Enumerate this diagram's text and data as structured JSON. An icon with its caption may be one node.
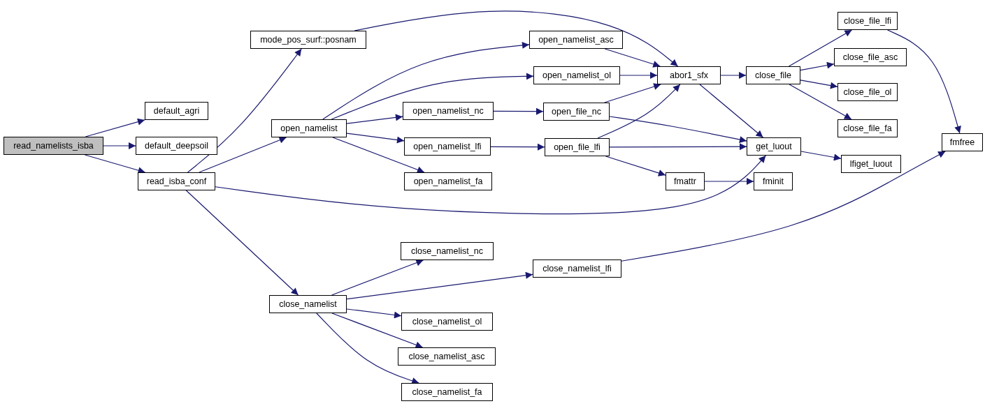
{
  "diagram": {
    "nodes": [
      {
        "text": [
          "read_namelists_isba"
        ]
      },
      {
        "text": [
          "default_agri"
        ]
      },
      {
        "text": [
          "default_deepsoil"
        ]
      },
      {
        "text": [
          "read_isba_conf"
        ]
      },
      {
        "text": [
          "mode_pos_surf::posnam"
        ]
      },
      {
        "text": [
          "open_namelist"
        ]
      },
      {
        "text": [
          "close_namelist"
        ]
      },
      {
        "text": [
          "open_namelist_asc"
        ]
      },
      {
        "text": [
          "open_namelist_ol"
        ]
      },
      {
        "text": [
          "open_namelist_nc"
        ]
      },
      {
        "text": [
          "open_namelist_lfi"
        ]
      },
      {
        "text": [
          "open_namelist_fa"
        ]
      },
      {
        "text": [
          "open_file_nc"
        ]
      },
      {
        "text": [
          "open_file_lfi"
        ]
      },
      {
        "text": [
          "abor1_sfx"
        ]
      },
      {
        "text": [
          "fmattr"
        ]
      },
      {
        "text": [
          "close_file"
        ]
      },
      {
        "text": [
          "get_luout"
        ]
      },
      {
        "text": [
          "fminit"
        ]
      },
      {
        "text": [
          "close_file_lfi"
        ]
      },
      {
        "text": [
          "close_file_asc"
        ]
      },
      {
        "text": [
          "close_file_ol"
        ]
      },
      {
        "text": [
          "close_file_fa"
        ]
      },
      {
        "text": [
          "lfiget_luout"
        ]
      },
      {
        "text": [
          "fmfree"
        ]
      },
      {
        "text": [
          "close_namelist_nc"
        ]
      },
      {
        "text": [
          "close_namelist_lfi"
        ]
      },
      {
        "text": [
          "close_namelist_ol"
        ]
      },
      {
        "text": [
          "close_namelist_asc"
        ]
      },
      {
        "text": [
          "close_namelist_fa"
        ]
      }
    ],
    "edges": [
      {
        "from": 0,
        "to": 1,
        "arrow": "to"
      },
      {
        "from": 0,
        "to": 2,
        "arrow": "to"
      },
      {
        "from": 0,
        "to": 3,
        "arrow": "to"
      },
      {
        "from": 3,
        "to": 4,
        "arrow": "to"
      },
      {
        "from": 3,
        "to": 5,
        "arrow": "to"
      },
      {
        "from": 3,
        "to": 17,
        "arrow": "to"
      },
      {
        "from": 3,
        "to": 6,
        "arrow": "to"
      },
      {
        "from": 4,
        "to": 14,
        "arrow": "to"
      },
      {
        "from": 5,
        "to": 7,
        "arrow": "to"
      },
      {
        "from": 5,
        "to": 8,
        "arrow": "to"
      },
      {
        "from": 5,
        "to": 9,
        "arrow": "to"
      },
      {
        "from": 5,
        "to": 10,
        "arrow": "to"
      },
      {
        "from": 5,
        "to": 11,
        "arrow": "to"
      },
      {
        "from": 9,
        "to": 12,
        "arrow": "to"
      },
      {
        "from": 10,
        "to": 13,
        "arrow": "to"
      },
      {
        "from": 7,
        "to": 14,
        "arrow": "to"
      },
      {
        "from": 8,
        "to": 14,
        "arrow": "to"
      },
      {
        "from": 12,
        "to": 14,
        "arrow": "to"
      },
      {
        "from": 13,
        "to": 14,
        "arrow": "to"
      },
      {
        "from": 12,
        "to": 17,
        "arrow": "to"
      },
      {
        "from": 13,
        "to": 17,
        "arrow": "to"
      },
      {
        "from": 13,
        "to": 15,
        "arrow": "to"
      },
      {
        "from": 14,
        "to": 16,
        "arrow": "to"
      },
      {
        "from": 14,
        "to": 17,
        "arrow": "to"
      },
      {
        "from": 16,
        "to": 19,
        "arrow": "to"
      },
      {
        "from": 16,
        "to": 20,
        "arrow": "to"
      },
      {
        "from": 16,
        "to": 21,
        "arrow": "to"
      },
      {
        "from": 16,
        "to": 22,
        "arrow": "to"
      },
      {
        "from": 17,
        "to": 23,
        "arrow": "to"
      },
      {
        "from": 15,
        "to": 18,
        "arrow": "to"
      },
      {
        "from": 19,
        "to": 24,
        "arrow": "to"
      },
      {
        "from": 6,
        "to": 25,
        "arrow": "to"
      },
      {
        "from": 6,
        "to": 26,
        "arrow": "to"
      },
      {
        "from": 6,
        "to": 27,
        "arrow": "to"
      },
      {
        "from": 6,
        "to": 28,
        "arrow": "to"
      },
      {
        "from": 6,
        "to": 29,
        "arrow": "to"
      },
      {
        "from": 26,
        "to": 24,
        "arrow": "to"
      }
    ]
  }
}
